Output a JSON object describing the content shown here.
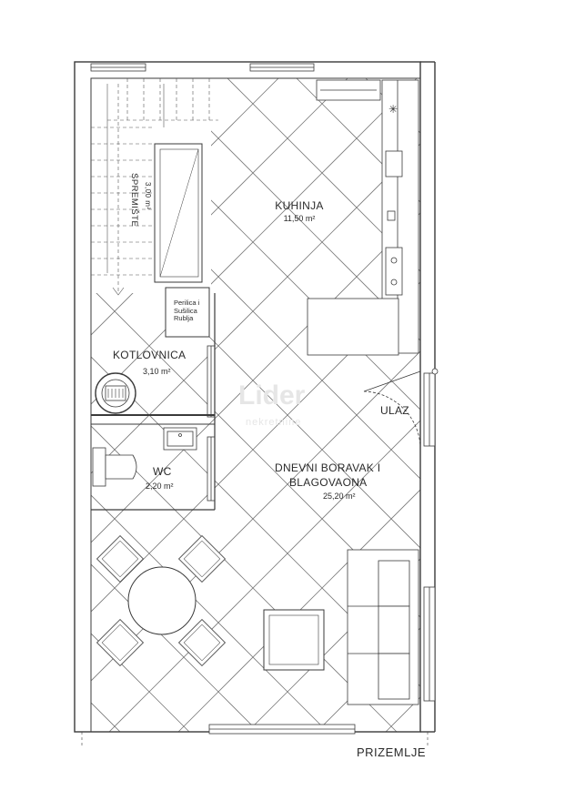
{
  "floor": {
    "name": "PRIZEMLJE"
  },
  "watermark": {
    "brand": "Lider",
    "sub": "nekretnine"
  },
  "rooms": {
    "kuhinja": {
      "name": "KUHINJA",
      "area": "11,50 m²"
    },
    "spremiste": {
      "name": "SPREMIŠTE",
      "area": "3,00 m²"
    },
    "kotlovnica": {
      "name": "KOTLOVNICA",
      "area": "3,10 m²"
    },
    "wc": {
      "name": "WC",
      "area": "2,20 m²"
    },
    "dnevni": {
      "name_line1": "DNEVNI BORAVAK I",
      "name_line2": "BLAGOVAONA",
      "area": "25,20 m²"
    },
    "ulaz": {
      "name": "ULAZ"
    }
  },
  "appliance": {
    "line1": "Perilica i",
    "line2": "Sušilica",
    "line3": "Rublja"
  },
  "colors": {
    "line": "#3a3a3a",
    "tile": "#7a7a7a",
    "watermark": "#e6e6e6"
  }
}
